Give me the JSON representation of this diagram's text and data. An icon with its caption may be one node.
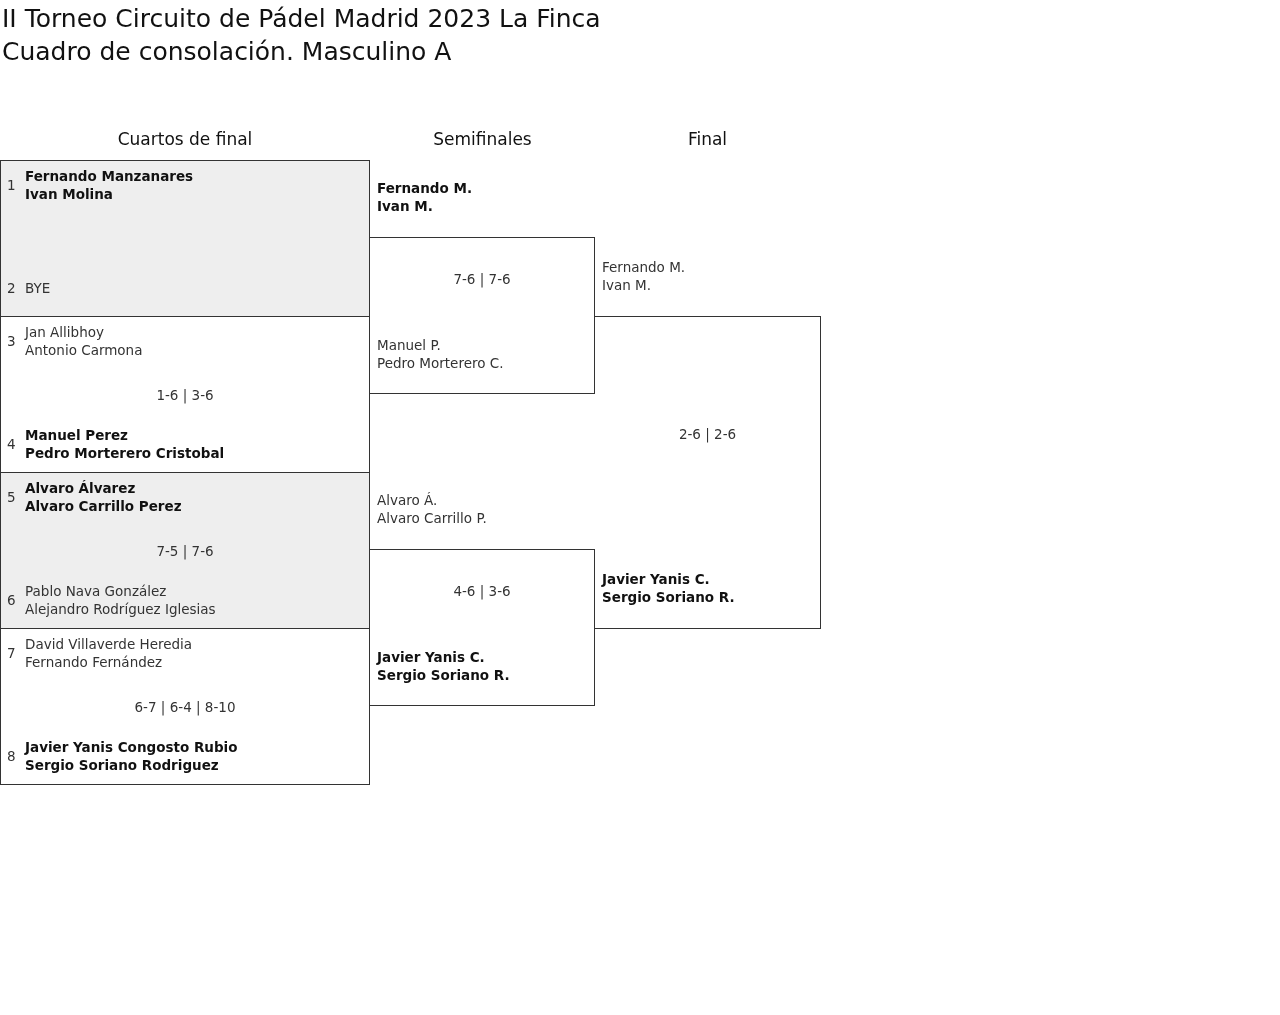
{
  "diagram": {
    "title": "II Torneo Circuito de Pádel Madrid 2023 La Finca",
    "nodes": [
      {
        "text": [
          "1",
          "Fernando Manzanares Ivan Molina",
          "2",
          "BYE"
        ]
      },
      {
        "text": [
          "3",
          "Jan Allibhoy Antonio Carmona",
          "1-6 | 3-6",
          "4",
          "Manuel Perez Pedro Morterero Cristobal"
        ]
      },
      {
        "text": [
          "5",
          "Alvaro Álvarez Alvaro Carrillo Perez",
          "7-5 | 7-6",
          "6",
          "Pablo Nava González Alejandro Rodríguez Iglesias"
        ]
      },
      {
        "text": [
          "7",
          "David Villaverde Heredia Fernando Fernández",
          "6-7 | 6-4 | 8-10",
          "8",
          "Javier Yanis Congosto Rubio Sergio Soriano Rodriguez"
        ]
      },
      {
        "text": [
          "Fernando M. Ivan M.",
          "7-6 | 7-6",
          "Manuel P. Pedro Morterero C."
        ]
      },
      {
        "text": [
          "Alvaro Á. Alvaro Carrillo P.",
          "4-6 | 3-6",
          "Javier Yanis C. Sergio Soriano R."
        ]
      },
      {
        "text": [
          "Fernando M. Ivan M.",
          "2-6 | 2-6",
          "Javier Yanis C. Sergio Soriano R."
        ]
      }
    ],
    "labels": [
      "Cuadro de consolación. Masculino A",
      "Cuartos de final",
      "Semifinales",
      "Final"
    ]
  }
}
